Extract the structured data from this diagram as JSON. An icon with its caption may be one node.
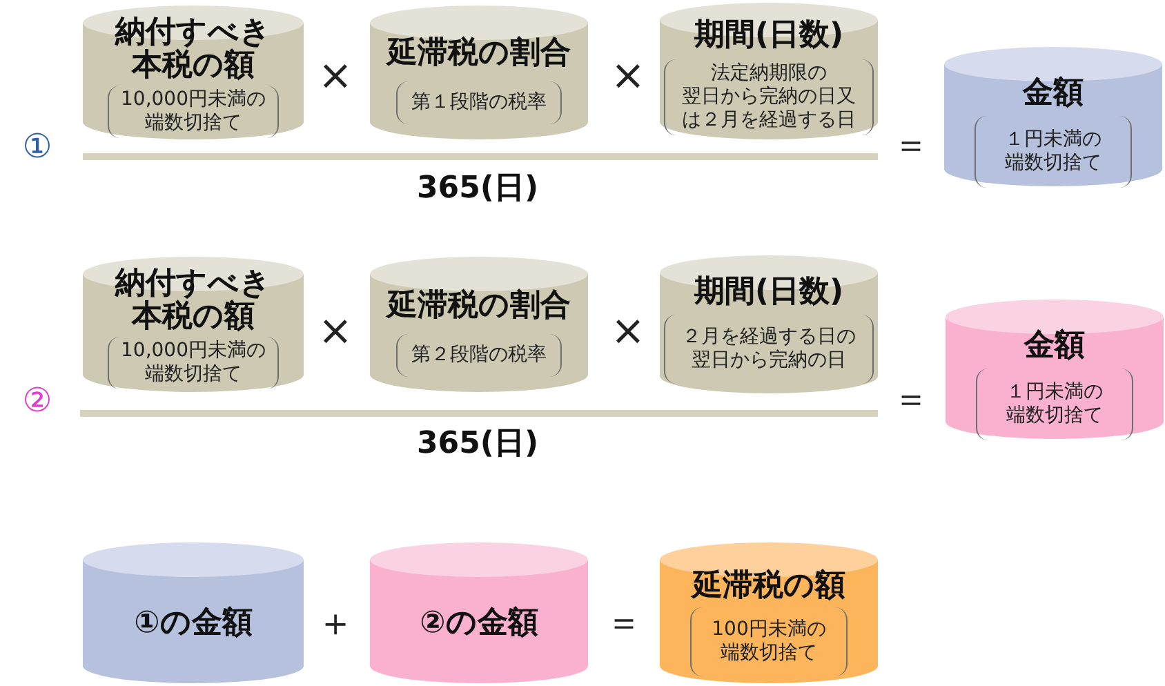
{
  "diagram": {
    "nodes": [
      {
        "text": [
          "納付すべき本税の額",
          "10,000円未満の端数切捨て"
        ]
      },
      {
        "text": [
          "延滞税の割合",
          "第１段階の税率"
        ]
      },
      {
        "text": [
          "期間(日数)",
          "法定納期限の翌日から完納の日又は２月を経過する日"
        ]
      },
      {
        "text": [
          "金額",
          "１円未満の端数切捨て"
        ]
      },
      {
        "text": [
          "納付すべき本税の額",
          "10,000円未満の端数切捨て"
        ]
      },
      {
        "text": [
          "延滞税の割合",
          "第２段階の税率"
        ]
      },
      {
        "text": [
          "期間(日数)",
          "２月を経過する日の翌日から完納の日"
        ]
      },
      {
        "text": [
          "金額",
          "１円未満の端数切捨て"
        ]
      },
      {
        "text": [
          "①の金額"
        ]
      },
      {
        "text": [
          "②の金額"
        ]
      },
      {
        "text": [
          "延滞税の額",
          "100円未満の端数切捨て"
        ]
      }
    ],
    "labels": [
      "①",
      "×",
      "×",
      "365(日)",
      "＝",
      "②",
      "×",
      "×",
      "365(日)",
      "＝",
      "＋",
      "＝"
    ]
  }
}
